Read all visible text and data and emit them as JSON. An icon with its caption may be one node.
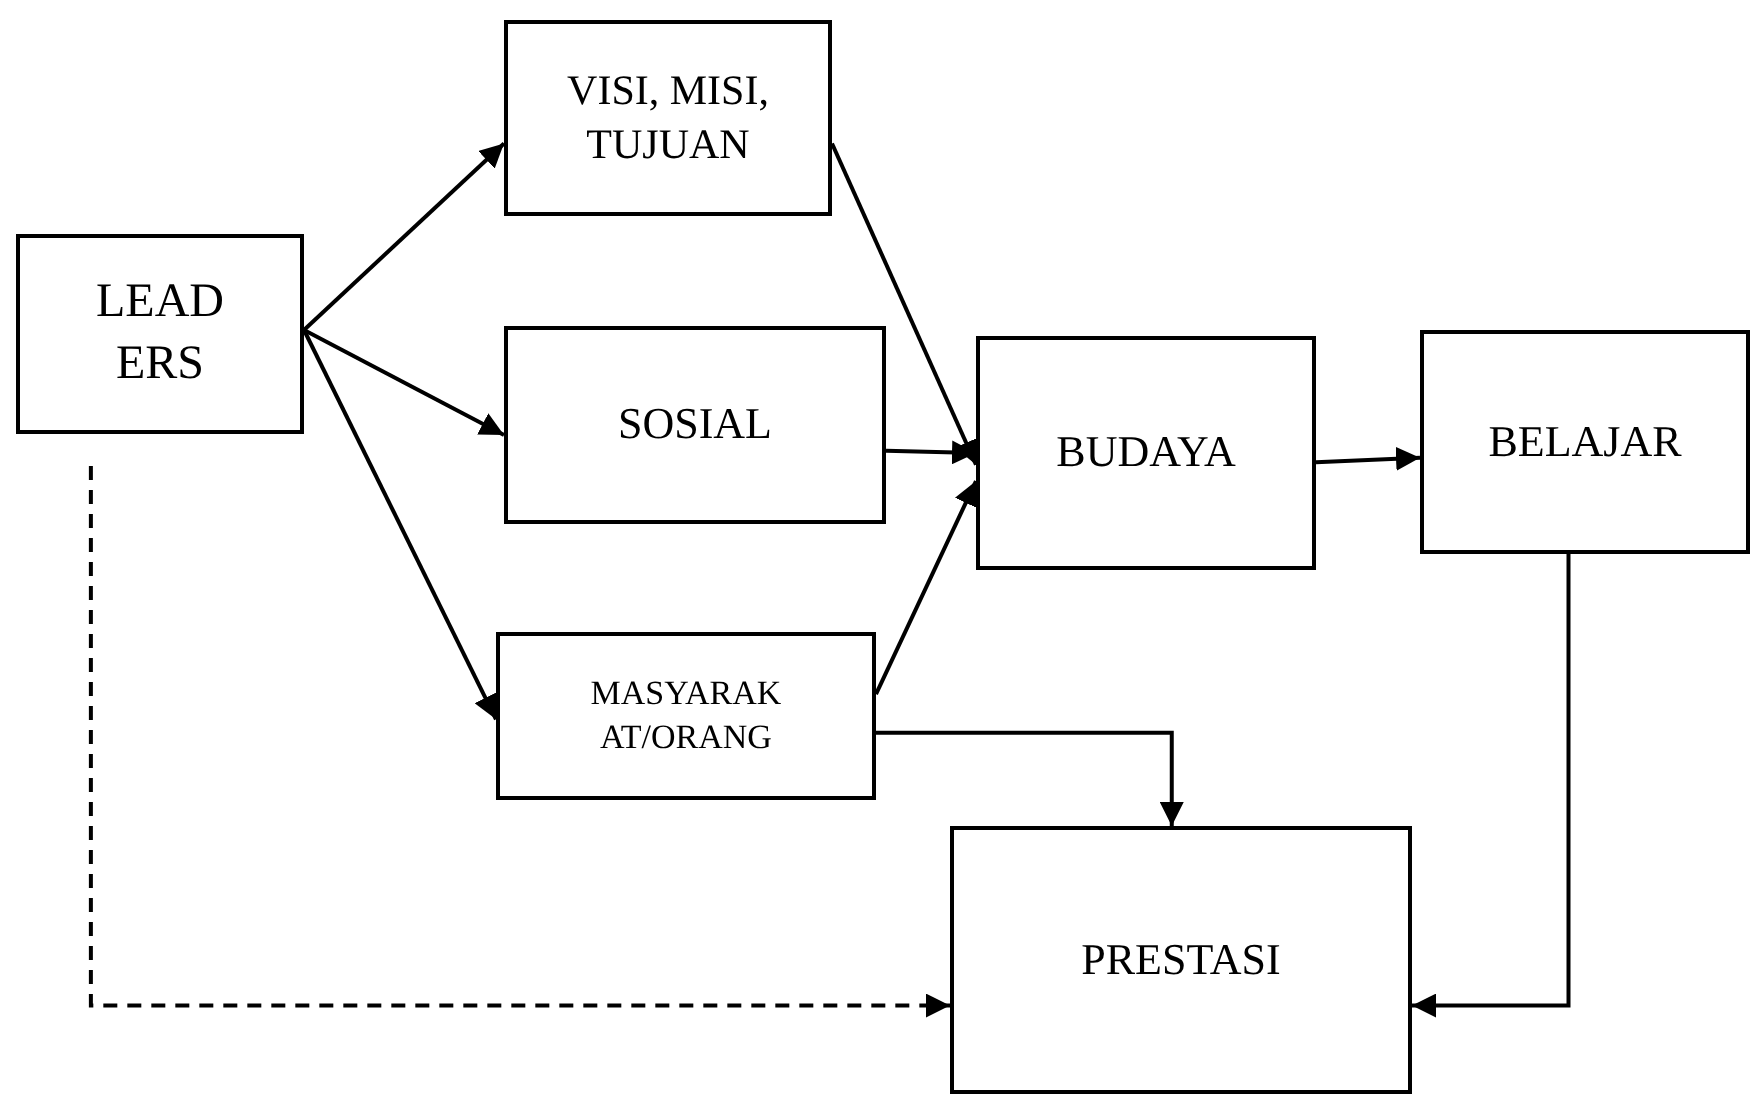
{
  "diagram": {
    "nodes": [
      {
        "text": [
          "LEAD ERS"
        ]
      },
      {
        "text": [
          "VISI, MISI, TUJUAN"
        ]
      },
      {
        "text": [
          "SOSIAL"
        ]
      },
      {
        "text": [
          "MASYARAK AT/ORANG"
        ]
      },
      {
        "text": [
          "BUDAYA"
        ]
      },
      {
        "text": [
          "BELAJAR"
        ]
      },
      {
        "text": [
          "PRESTASI"
        ]
      }
    ],
    "edges": [
      {
        "from": 0,
        "to": 1,
        "arrow": "to"
      },
      {
        "from": 0,
        "to": 2,
        "arrow": "to"
      },
      {
        "from": 0,
        "to": 3,
        "arrow": "to"
      },
      {
        "from": 1,
        "to": 4,
        "arrow": "to"
      },
      {
        "from": 2,
        "to": 4,
        "arrow": "to"
      },
      {
        "from": 3,
        "to": 4,
        "arrow": "to"
      },
      {
        "from": 4,
        "to": 5,
        "arrow": "to"
      },
      {
        "from": 3,
        "to": 6,
        "arrow": "to"
      },
      {
        "from": 0,
        "to": 6,
        "arrow": "to",
        "style": "dashed"
      },
      {
        "from": 5,
        "to": 6,
        "arrow": "to"
      }
    ]
  }
}
